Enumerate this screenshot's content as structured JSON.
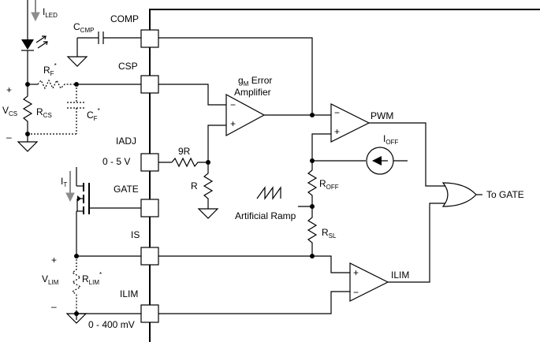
{
  "pins": {
    "comp": "COMP",
    "csp": "CSP",
    "iadj": "IADJ",
    "iadj_range": "0 - 5 V",
    "gate": "GATE",
    "is": "IS",
    "ilim": "ILIM",
    "ilim_range": "0 - 400 mV"
  },
  "external": {
    "iled": {
      "main": "I",
      "sub": "LED"
    },
    "ccmp": {
      "main": "C",
      "sub": "CMP"
    },
    "rf": {
      "main": "R",
      "sub": "F",
      "sup": "*"
    },
    "cf": {
      "main": "C",
      "sub": "F",
      "sup": "*"
    },
    "vcs": {
      "main": "V",
      "sub": "CS"
    },
    "rcs": {
      "main": "R",
      "sub": "CS"
    },
    "it": {
      "main": "I",
      "sub": "T"
    },
    "vlim": {
      "main": "V",
      "sub": "LIM"
    },
    "rlim": {
      "main": "R",
      "sub": "LIM",
      "sup": "*"
    },
    "plus": "+",
    "minus": "–"
  },
  "internal": {
    "gm_error_amp": {
      "main": "g",
      "sub": "M",
      "rest": " Error",
      "line2": "Amplifier"
    },
    "r9": "9R",
    "r": "R",
    "pwm": "PWM",
    "ioff": {
      "main": "I",
      "sub": "OFF"
    },
    "roff": {
      "main": "R",
      "sub": "OFF"
    },
    "rsl": {
      "main": "R",
      "sub": "SL"
    },
    "artificial_ramp": "Artificial Ramp",
    "ilim_comp": "ILIM",
    "to_gate": "To GATE",
    "opamp_minus": "−",
    "opamp_plus": "+"
  }
}
